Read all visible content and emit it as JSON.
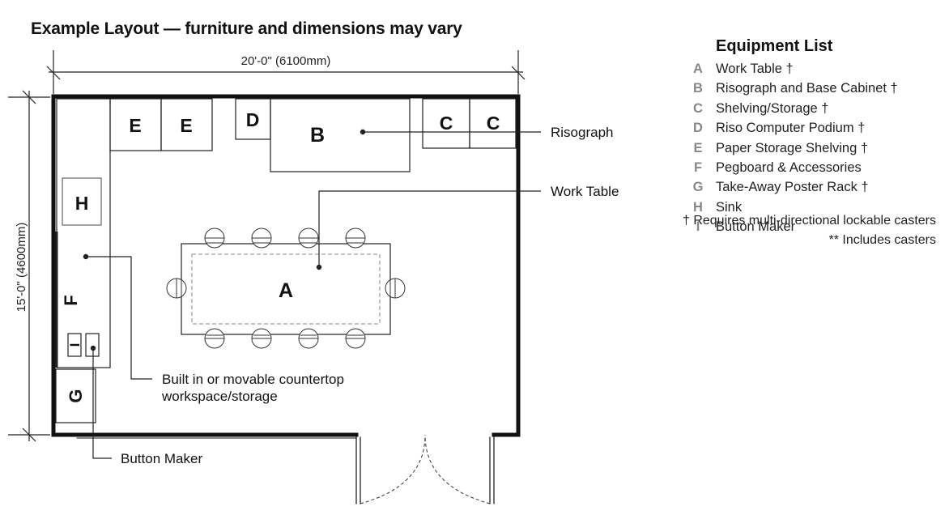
{
  "title": "Example Layout — furniture and dimensions may vary",
  "dimensions": {
    "width": "20'-0\" (6100mm)",
    "height": "15'-0\" (4600mm)"
  },
  "plan_labels": {
    "A": "A",
    "B": "B",
    "C1": "C",
    "C2": "C",
    "D": "D",
    "E1": "E",
    "E2": "E",
    "F": "F",
    "G": "G",
    "H": "H",
    "I": "I"
  },
  "callouts": {
    "risograph": "Risograph",
    "work_table": "Work Table",
    "countertop_line1": "Built in or movable countertop",
    "countertop_line2": "workspace/storage",
    "button_maker": "Button Maker"
  },
  "legend": {
    "heading": "Equipment List",
    "items": [
      {
        "key": "A",
        "label": "Work Table †"
      },
      {
        "key": "B",
        "label": "Risograph and Base Cabinet †"
      },
      {
        "key": "C",
        "label": "Shelving/Storage †"
      },
      {
        "key": "D",
        "label": "Riso Computer Podium †"
      },
      {
        "key": "E",
        "label": "Paper Storage Shelving †"
      },
      {
        "key": "F",
        "label": "Pegboard & Accessories"
      },
      {
        "key": "G",
        "label": "Take-Away Poster Rack †"
      },
      {
        "key": "H",
        "label": "Sink"
      },
      {
        "key": "I",
        "label": "Button Maker"
      }
    ],
    "note_dagger": "† Requires multi-directional lockable casters",
    "note_casters": "** Includes casters"
  },
  "colors": {
    "line": "#111111",
    "key_letter": "#888888",
    "dashed": "#999999"
  }
}
